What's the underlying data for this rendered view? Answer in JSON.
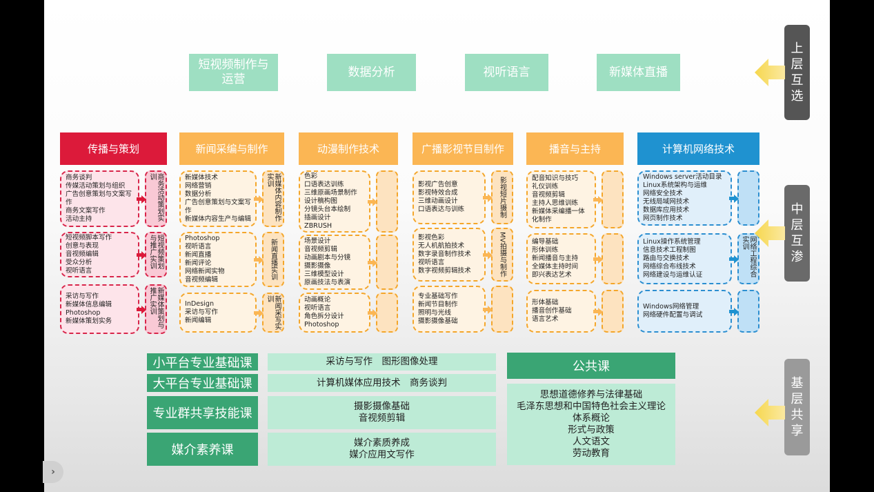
{
  "top_layer": {
    "items": [
      "短视频制作与运营",
      "数据分析",
      "视听语言",
      "新媒体直播"
    ],
    "color": "#9edfc2"
  },
  "layers": {
    "upper": "上层互选",
    "middle": "中层互渗",
    "base": "基层共享"
  },
  "majors": [
    {
      "title": "传播与策划",
      "color": "#dc1a3a",
      "theme": "red",
      "groups": [
        {
          "courses": [
            "商务谈判",
            "传媒活动策划与组织",
            "广告创意策划与文案写作",
            "商务文案写作",
            "活动主持"
          ],
          "training": "商务活动策划实训"
        },
        {
          "courses": [
            "短视频脚本写作",
            "创意与表现",
            "音视频编辑",
            "受众分析",
            "视听语言"
          ],
          "training": "短视频策划与推广实训"
        },
        {
          "courses": [
            "采访与写作",
            "新媒体信息编辑",
            "Photoshop",
            "新媒体策划实务"
          ],
          "training": "新媒体策划与推广实训"
        }
      ]
    },
    {
      "title": "新闻采编与制作",
      "color": "#fbb654",
      "theme": "org",
      "groups": [
        {
          "courses": [
            "新媒体技术",
            "网络营销",
            "数据分析",
            "广告创意策划与文案写作",
            "新媒体内容生产与编辑"
          ],
          "training": "新媒体内容制作实训"
        },
        {
          "courses": [
            "Photoshop",
            "视听语言",
            "新闻直播",
            "新闻评论",
            "网络新闻实物",
            "音视频编辑"
          ],
          "training": "新闻直播实训"
        },
        {
          "courses": [
            "InDesign",
            "采访与写作",
            "新闻编辑"
          ],
          "training": "新闻采写实训"
        }
      ]
    },
    {
      "title": "动漫制作技术",
      "color": "#fbb654",
      "theme": "org",
      "groups": [
        {
          "courses": [
            "色彩",
            "口语表达训练",
            "三维原画场景制作",
            "设计稿构图",
            "分镜头台本绘制",
            "插画设计",
            "ZBRUSH"
          ],
          "training": ""
        },
        {
          "courses": [
            "场景设计",
            "音视频剪辑",
            "动画剧本与分镜",
            "摄影摄像",
            "三维模型设计",
            "原画技法与表演"
          ],
          "training": ""
        },
        {
          "courses": [
            "动画概论",
            "视听语言",
            "角色拆分设计",
            "Photoshop"
          ],
          "training": ""
        }
      ]
    },
    {
      "title": "广播影视节目制作",
      "color": "#fbb654",
      "theme": "org",
      "groups": [
        {
          "courses": [
            "影视广告创意",
            "影视特效合成",
            "三维动画设计",
            "口语表达与训练"
          ],
          "training": "影视短片摄制"
        },
        {
          "courses": [
            "影视色彩",
            "无人机航拍技术",
            "数字录音制作技术",
            "视听语言",
            "数字视频剪辑技术"
          ],
          "training": "MV拍摄与制作"
        },
        {
          "courses": [
            "专业基础写作",
            "新闻节目制作",
            "照明与光线",
            "摄影摄像基础"
          ],
          "training": ""
        }
      ]
    },
    {
      "title": "播音与主持",
      "color": "#fbb654",
      "theme": "org",
      "groups": [
        {
          "courses": [
            "配音知识与技巧",
            "礼仪训练",
            "音视频剪辑",
            "主持人思维训练",
            "新媒体采编播一体化制作"
          ],
          "training": ""
        },
        {
          "courses": [
            "编导基础",
            "形体训练",
            "新闻播音与主持",
            "全媒体主持时间",
            "即兴表达艺术"
          ],
          "training": ""
        },
        {
          "courses": [
            "形体基础",
            "播音创作基础",
            "语言艺术"
          ],
          "training": ""
        }
      ]
    },
    {
      "title": "计算机网络技术",
      "color": "#1f92d0",
      "theme": "blu",
      "groups": [
        {
          "courses": [
            "Windows server活动目录",
            "Linux系统架构与运维",
            "网络安全技术",
            "无线局域网技术",
            "数据库应用技术",
            "网页制作技术"
          ],
          "training": ""
        },
        {
          "courses": [
            "Linux操作系统管理",
            "信息技术工程制图",
            "路由与交换技术",
            "网络综合布线技术",
            "网络建设与运维认证"
          ],
          "training": "网络工程综合实训"
        },
        {
          "courses": [
            "Windows网络管理",
            "网络硬件配置与调试"
          ],
          "training": ""
        }
      ]
    }
  ],
  "base": {
    "rows": [
      {
        "label": "小平台专业基础课",
        "lines": [
          "采访与写作　图形图像处理"
        ]
      },
      {
        "label": "大平台专业基础课",
        "lines": [
          "计算机媒体应用技术　商务谈判"
        ]
      },
      {
        "label": "专业群共享技能课",
        "lines": [
          "摄影摄像基础",
          "音视频剪辑"
        ]
      },
      {
        "label": "媒介素养课",
        "lines": [
          "媒介素质养成",
          "媒介应用文写作"
        ]
      }
    ],
    "public": {
      "label": "公共课",
      "lines": [
        "思想道德修养与法律基础",
        "毛泽东思想和中国特色社会主义理论",
        "体系概论",
        "形式与政策",
        "人文语文",
        "劳动教育"
      ]
    }
  },
  "nav": {
    "next_icon": "›"
  }
}
